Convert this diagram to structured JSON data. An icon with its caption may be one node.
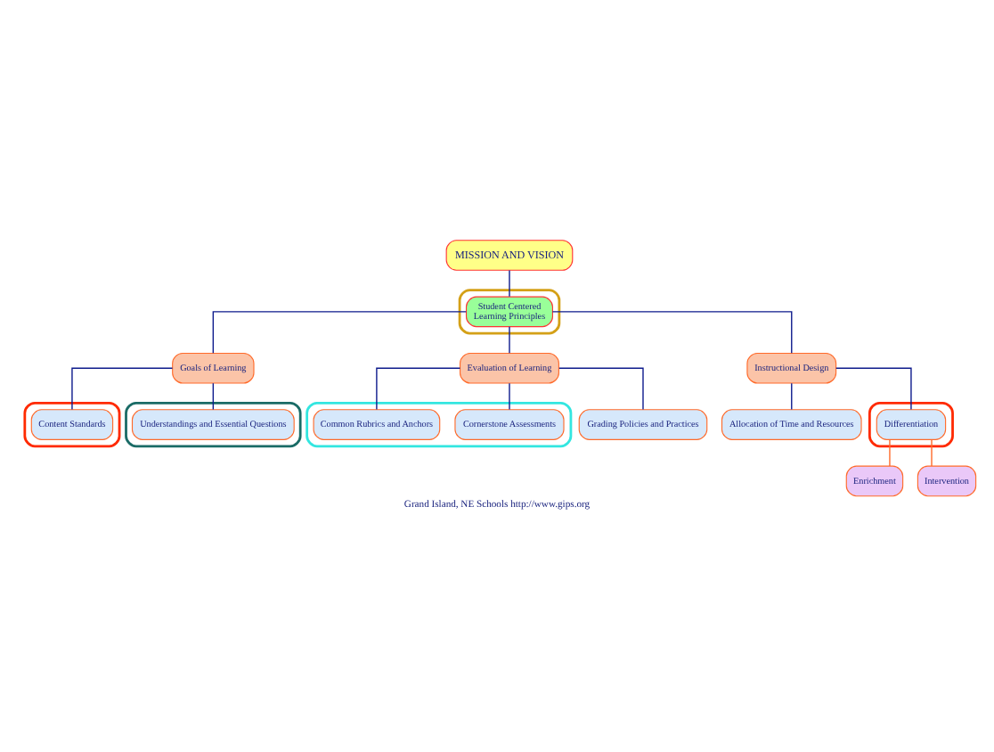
{
  "diagram": {
    "caption": "Grand Island, NE Schools http://www.gips.org",
    "nodes": [
      {
        "text": [
          "MISSION AND VISION"
        ]
      },
      {
        "text": [],
        "shape": "ellipse"
      },
      {
        "text": [
          "Student Centered",
          "Learning Principles"
        ],
        "in": 1
      },
      {
        "text": [
          "Goals of Learning"
        ]
      },
      {
        "text": [
          "Evaluation of Learning"
        ]
      },
      {
        "text": [
          "Instructional Design"
        ]
      },
      {
        "text": [],
        "shape": "ellipse"
      },
      {
        "text": [
          "Content Standards"
        ],
        "in": 6
      },
      {
        "text": [],
        "shape": "ellipse"
      },
      {
        "text": [
          "Understandings and Essential Questions"
        ],
        "in": 8
      },
      {
        "text": [],
        "shape": "ellipse"
      },
      {
        "text": [
          "Cornerstone Assessments"
        ],
        "in": 10
      },
      {
        "text": [
          "Common Rubrics and Anchors"
        ],
        "in": 10
      },
      {
        "text": [
          "Grading Policies and Practices"
        ]
      },
      {
        "text": [
          "Allocation of Time and Resources"
        ]
      },
      {
        "text": [],
        "shape": "ellipse"
      },
      {
        "text": [
          "Differentiation"
        ],
        "in": 15
      },
      {
        "text": [
          "Enrichment"
        ]
      },
      {
        "text": [
          "Intervention"
        ]
      }
    ],
    "edges": [
      {
        "from": 0,
        "to": 2,
        "arrow": "none"
      },
      {
        "from": 2,
        "to": 3,
        "arrow": "none"
      },
      {
        "from": 2,
        "to": 4,
        "arrow": "none"
      },
      {
        "from": 2,
        "to": 5,
        "arrow": "none"
      },
      {
        "from": 3,
        "to": 7,
        "arrow": "none"
      },
      {
        "from": 3,
        "to": 9,
        "arrow": "none"
      },
      {
        "from": 4,
        "to": 11,
        "arrow": "none"
      },
      {
        "from": 4,
        "to": 12,
        "arrow": "none"
      },
      {
        "from": 4,
        "to": 13,
        "arrow": "none"
      },
      {
        "from": 5,
        "to": 14,
        "arrow": "none"
      },
      {
        "from": 5,
        "to": 16,
        "arrow": "none"
      },
      {
        "from": 16,
        "to": 17,
        "arrow": "none",
        "color": "#ff6a2a"
      },
      {
        "from": 16,
        "to": 18,
        "arrow": "none",
        "color": "#ff6a2a"
      }
    ]
  }
}
